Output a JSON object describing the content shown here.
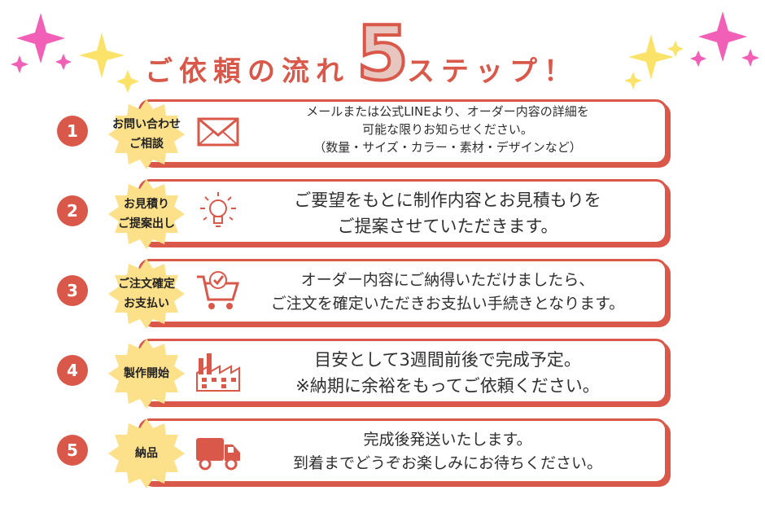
{
  "title": {
    "before": "ご依頼の流れ",
    "number": "5",
    "after": "ステップ！"
  },
  "steps": [
    {
      "number": "1",
      "label_lines": [
        "お問い合わせ",
        "ご相談"
      ],
      "icon": "envelope-icon",
      "desc_lines": [
        "メールまたは公式LINEより、オーダー内容の詳細を",
        "可能な限りお知らせください。",
        "（数量・サイズ・カラー・素材・デザインなど）"
      ]
    },
    {
      "number": "2",
      "label_lines": [
        "お見積り",
        "ご提案出し"
      ],
      "icon": "lightbulb-icon",
      "desc_lines": [
        "ご要望をもとに制作内容とお見積もりを",
        "ご提案させていただきます。"
      ]
    },
    {
      "number": "3",
      "label_lines": [
        "ご注文確定",
        "お支払い"
      ],
      "icon": "shopping-cart-icon",
      "desc_lines": [
        "オーダー内容にご納得いただけましたら、",
        "ご注文を確定いただきお支払い手続きとなります。"
      ]
    },
    {
      "number": "4",
      "label_lines": [
        "製作開始"
      ],
      "icon": "factory-icon",
      "desc_lines": [
        "目安として3週間前後で完成予定。",
        "※納期に余裕をもってご依頼ください。"
      ]
    },
    {
      "number": "5",
      "label_lines": [
        "納品"
      ],
      "icon": "delivery-truck-icon",
      "desc_lines": [
        "完成後発送いたします。",
        "到着までどうぞお楽しみにお待ちください。"
      ]
    }
  ],
  "colors": {
    "accent": "#d9584a",
    "burst": "#fde08a",
    "sparkle_pink": "#f25fb6",
    "sparkle_yellow": "#fbe36a"
  }
}
